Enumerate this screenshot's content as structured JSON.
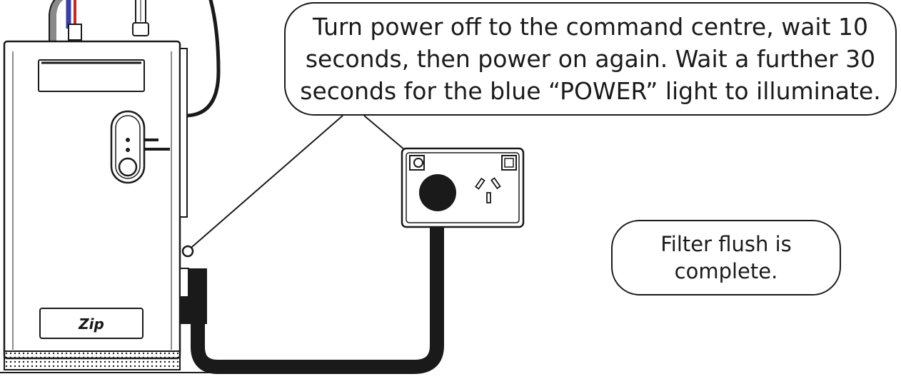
{
  "instruction": {
    "lines": [
      "Turn power off to the command centre, wait 10",
      "seconds, then power on again. Wait a further 30",
      "seconds for the blue “POWER” light to illuminate."
    ]
  },
  "result": {
    "text": "Filter flush is complete."
  },
  "unit": {
    "brand_logo": "Zip"
  },
  "icons": {
    "unit": "water-command-centre-icon",
    "outlet": "power-outlet-icon",
    "plug": "power-plug-icon",
    "switch": "outlet-switch-icon"
  },
  "colors": {
    "stroke": "#1a1a1a",
    "background": "#ffffff",
    "cable_blue": "#3a3fa8",
    "cable_red": "#c0282c",
    "cable_grey": "#8a8a8a"
  }
}
